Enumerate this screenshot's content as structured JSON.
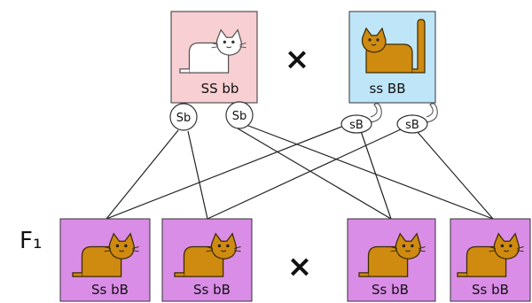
{
  "colors": {
    "parent_white_box": "#f8cfd2",
    "parent_brown_box": "#bfe5f8",
    "f1_box": "#d98de6",
    "cat_brown": "#cf8a10",
    "cat_white": "#ffffff"
  },
  "icons": {
    "white_cat": "white-cat-icon",
    "brown_cat": "brown-cat-icon"
  },
  "parents": [
    {
      "genotype": "SS bb",
      "cat": "white-short-tail"
    },
    {
      "genotype": "ss BB",
      "cat": "brown-long-tail"
    }
  ],
  "cross_symbol": "×",
  "gametes": [
    {
      "label": "Sb",
      "parent": 0
    },
    {
      "label": "Sb",
      "parent": 0
    },
    {
      "label": "sB",
      "parent": 1
    },
    {
      "label": "sB",
      "parent": 1
    }
  ],
  "generation_label": "F₁",
  "offspring": [
    {
      "genotype": "Ss bB"
    },
    {
      "genotype": "Ss bB"
    },
    {
      "genotype": "Ss bB"
    },
    {
      "genotype": "Ss bB"
    }
  ]
}
